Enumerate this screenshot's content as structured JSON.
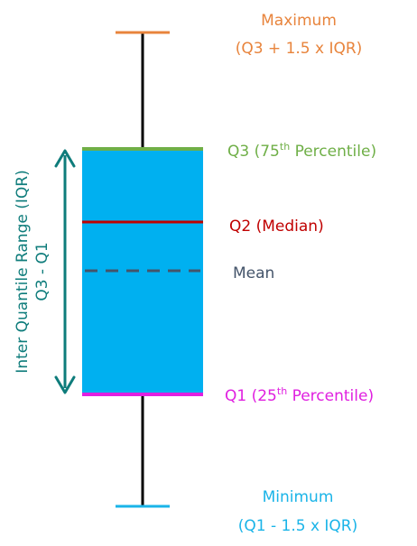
{
  "labels": {
    "maximum": "Maximum",
    "maximum_formula": "(Q3 + 1.5 x IQR)",
    "q3_main": "Q3 (75",
    "q3_sup": "th",
    "q3_tail": " Percentile)",
    "q2": "Q2 (Median)",
    "mean": "Mean",
    "q1_main": "Q1 (25",
    "q1_sup": "th",
    "q1_tail": " Percentile)",
    "minimum": "Minimum",
    "minimum_formula": "(Q1 - 1.5 x IQR)",
    "iqr_title": "Inter Quantile Range (IQR)",
    "iqr_formula": "Q3 - Q1"
  },
  "colors": {
    "maximum": "#E8843C",
    "q3": "#6FAF47",
    "q2": "#C00000",
    "mean": "#44546A",
    "q1": "#E020E0",
    "minimum": "#1AB4E8",
    "box_fill": "#00B0F0",
    "whisker": "#000000",
    "iqr": "#0E7C7B"
  }
}
